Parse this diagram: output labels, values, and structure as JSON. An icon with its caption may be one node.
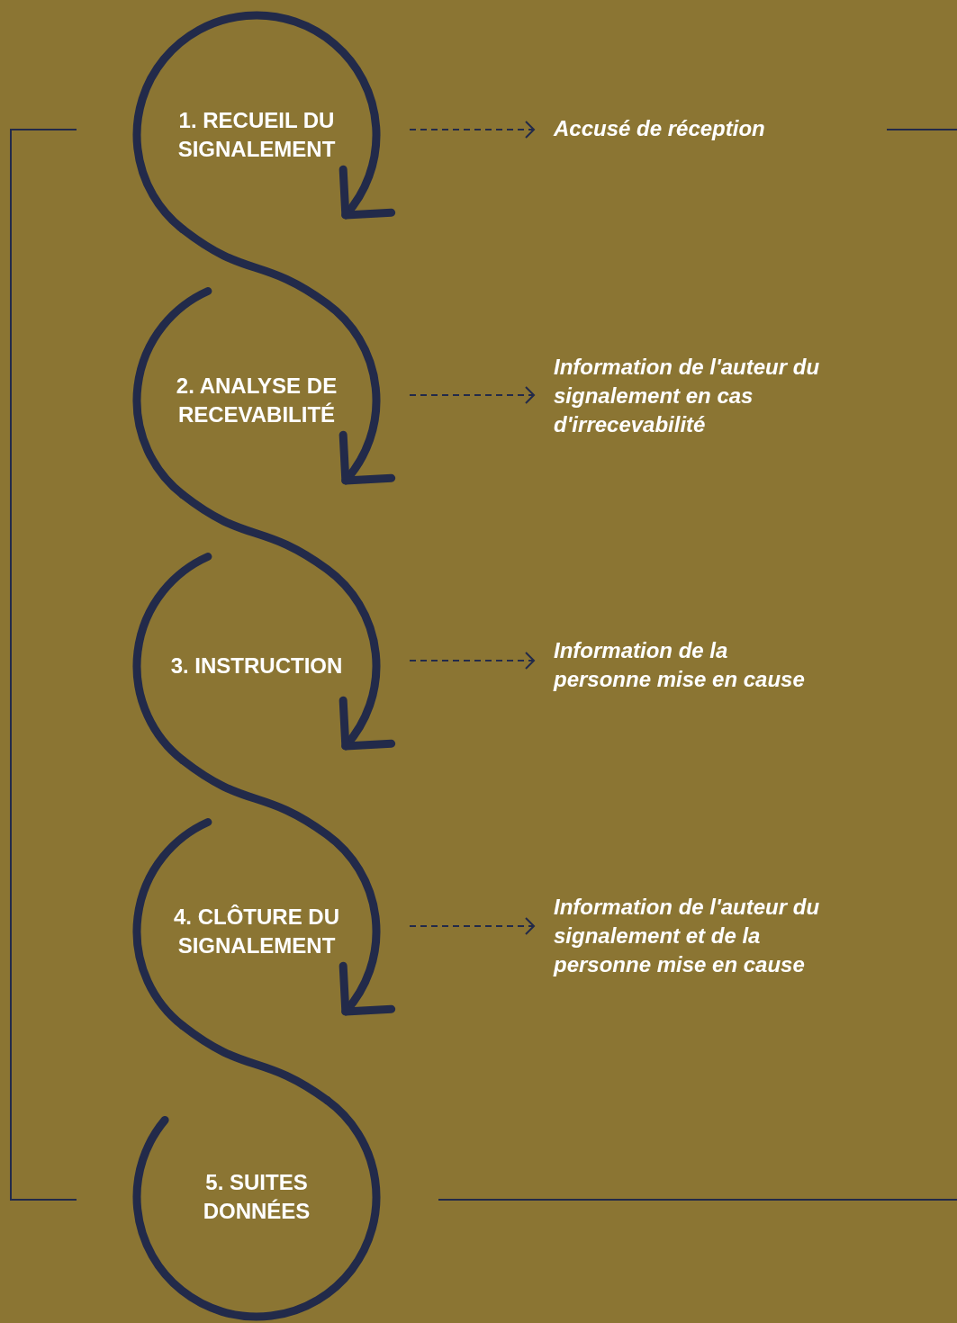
{
  "diagram": {
    "nodes": [
      {
        "text": [
          "1. RECUEIL DU SIGNALEMENT"
        ]
      },
      {
        "text": [
          "2. ANALYSE DE RECEVABILITÉ"
        ]
      },
      {
        "text": [
          "3. INSTRUCTION"
        ]
      },
      {
        "text": [
          "4. CLÔTURE DU SIGNALEMENT"
        ]
      },
      {
        "text": [
          "5. SUITES DONNÉES"
        ]
      },
      {
        "text": [
          "Accusé de réception"
        ]
      },
      {
        "text": [
          "Information de l'auteur du signalement en cas d'irrecevabilité"
        ]
      },
      {
        "text": [
          "Information de la personne mise en cause"
        ]
      },
      {
        "text": [
          "Information de l'auteur du signalement et de la personne mise en cause"
        ]
      }
    ],
    "edges": [
      {
        "from": 0,
        "to": 1,
        "arrow": "to",
        "style": "thick"
      },
      {
        "from": 1,
        "to": 2,
        "arrow": "to",
        "style": "thick"
      },
      {
        "from": 2,
        "to": 3,
        "arrow": "to",
        "style": "thick"
      },
      {
        "from": 3,
        "to": 4,
        "arrow": "none",
        "style": "thick"
      },
      {
        "from": 0,
        "to": 5,
        "arrow": "to",
        "style": "dashed"
      },
      {
        "from": 1,
        "to": 6,
        "arrow": "to",
        "style": "dashed"
      },
      {
        "from": 2,
        "to": 7,
        "arrow": "to",
        "style": "dashed"
      },
      {
        "from": 3,
        "to": 8,
        "arrow": "to",
        "style": "dashed"
      }
    ]
  }
}
